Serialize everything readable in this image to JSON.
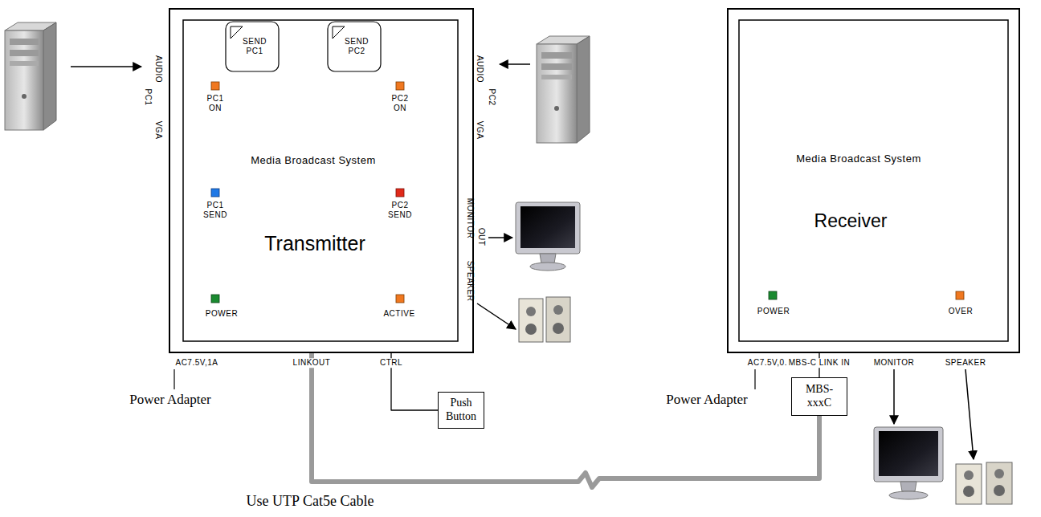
{
  "diagram": {
    "nodes": [
      {
        "text": [
          "Media Broadcast System",
          "Transmitter"
        ]
      },
      {
        "text": [
          "SEND PC1"
        ],
        "in": 0
      },
      {
        "text": [
          "SEND PC2"
        ],
        "in": 0
      },
      {
        "text": [
          "Push Button"
        ]
      },
      {
        "text": [
          "Media Broadcast System",
          "Receiver"
        ]
      },
      {
        "text": [
          "MBS-xxxC"
        ]
      }
    ],
    "edges": [
      {
        "from": 0,
        "to": 3,
        "arrow": "none"
      },
      {
        "from": 0,
        "to": 5,
        "label": "Use UTP Cat5e Cable",
        "arrow": "none"
      },
      {
        "from": 5,
        "to": 4,
        "arrow": "none"
      }
    ],
    "labels": [
      "AUDIO",
      "PC1",
      "VGA",
      "PC1 ON",
      "PC2 ON",
      "AUDIO",
      "PC2",
      "VGA",
      "PC1 SEND",
      "PC2 SEND",
      "MONITOR",
      "OUT",
      "SPEAKER",
      "POWER",
      "ACTIVE",
      "AC7.5V,1A",
      "LINKOUT",
      "CTRL",
      "Power Adapter",
      "POWER",
      "OVER",
      "AC7.5V,0.2A",
      "MBS-C LINK IN",
      "MONITOR",
      "SPEAKER",
      "Power Adapter"
    ]
  }
}
